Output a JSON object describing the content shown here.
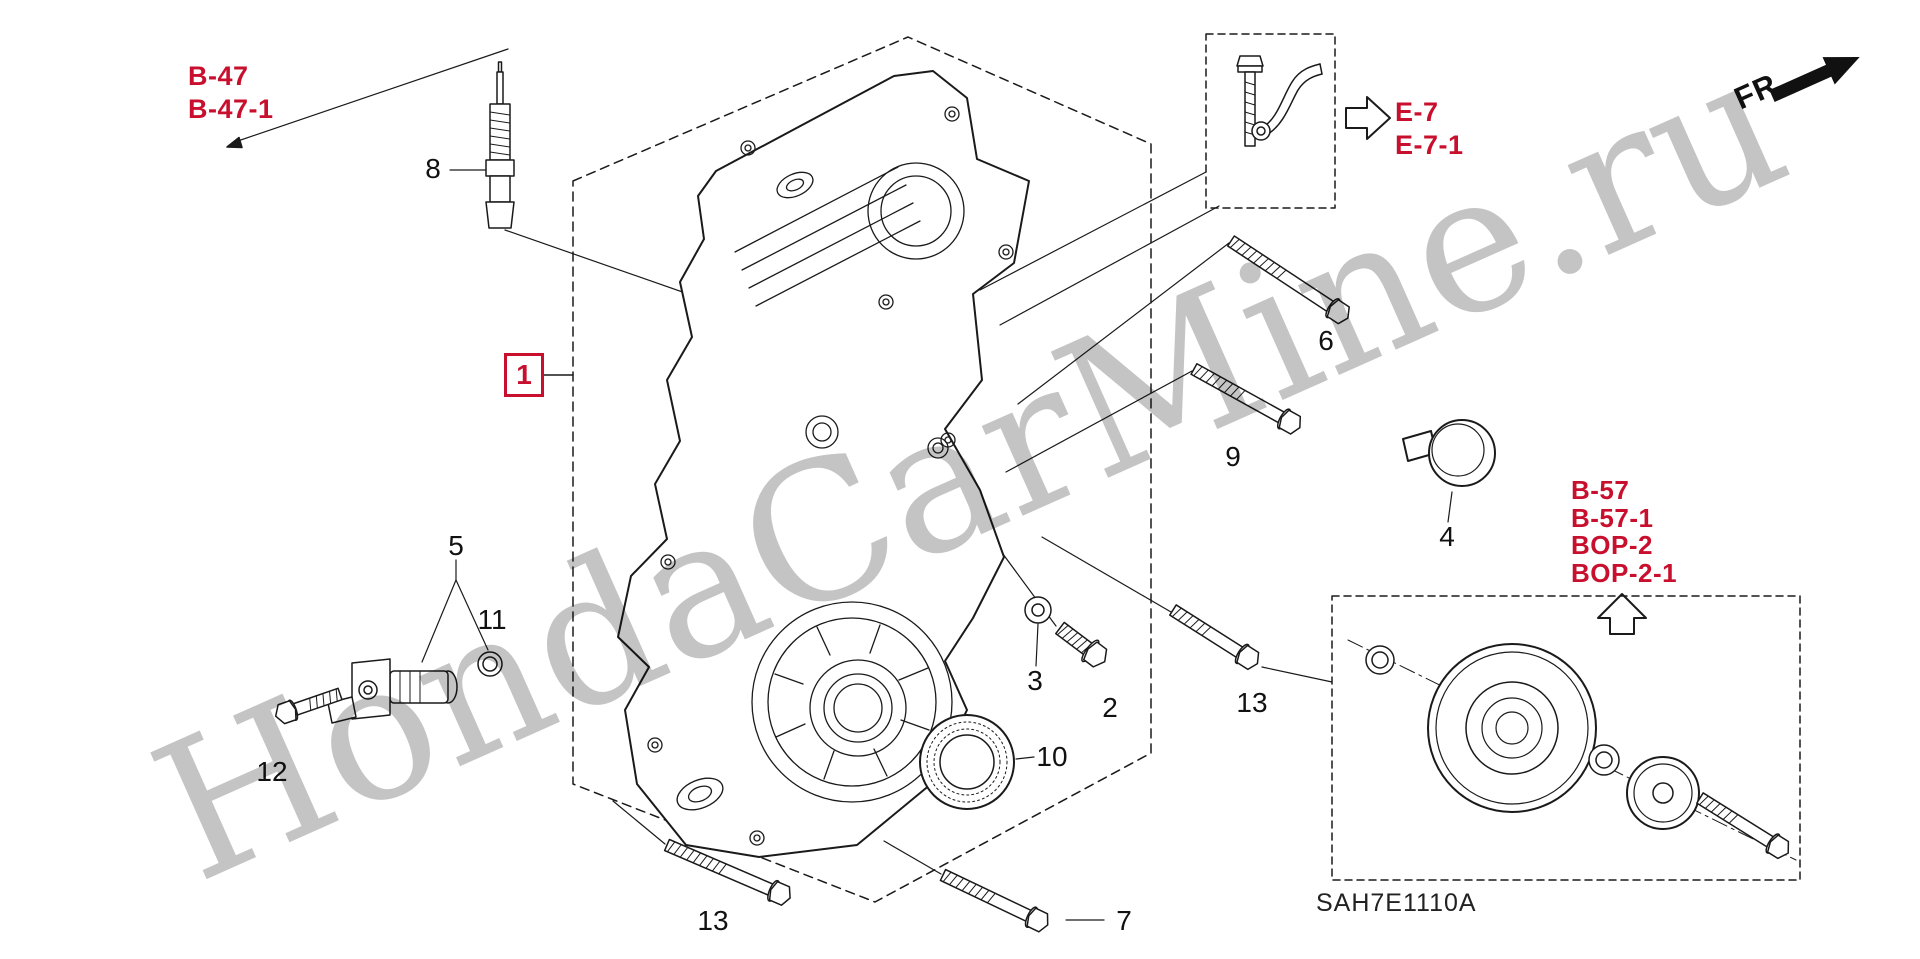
{
  "colors": {
    "accent_red": "#c8102e",
    "line": "#1a1a1a",
    "watermark_gray": "#c4c4c4"
  },
  "watermark": {
    "text": "HondaCarMine.ru"
  },
  "header": {
    "direction_label": "FR."
  },
  "footer": {
    "diagram_code": "SAH7E1110A"
  },
  "refs": {
    "b47": {
      "line1": "B-47",
      "line2": "B-47-1"
    },
    "e7": {
      "line1": "E-7",
      "line2": "E-7-1"
    },
    "b57": {
      "line1": "B-57",
      "line2": "B-57-1",
      "line3": "BOP-2",
      "line4": "BOP-2-1"
    }
  },
  "callouts": {
    "n1": "1",
    "n2": "2",
    "n3": "3",
    "n4": "4",
    "n5": "5",
    "n6": "6",
    "n7": "7",
    "n8": "8",
    "n9": "9",
    "n10": "10",
    "n11": "11",
    "n12": "12",
    "n13a": "13",
    "n13b": "13"
  }
}
